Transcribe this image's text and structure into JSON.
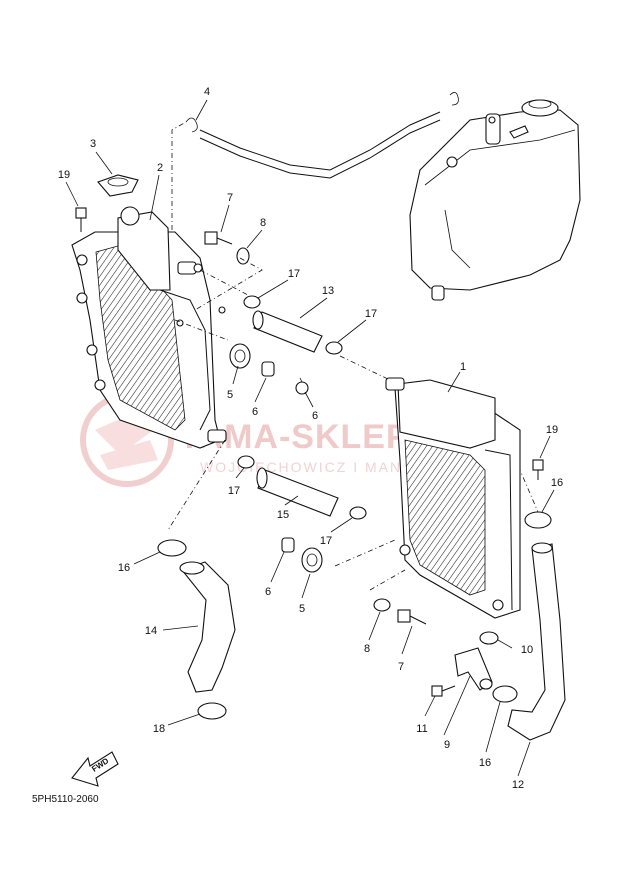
{
  "diagram": {
    "code": "5PH5110-2060",
    "fwd_label": "FWD",
    "watermark": {
      "brand": "YAMA-SKLEP.PL",
      "sub": "WOJCIECHOWICZ I MANTOCHA"
    },
    "callouts": {
      "c1": "1",
      "c2": "2",
      "c3": "3",
      "c4": "4",
      "c5a": "5",
      "c5b": "5",
      "c6a": "6",
      "c6b": "6",
      "c6c": "6",
      "c7a": "7",
      "c7b": "7",
      "c8a": "8",
      "c8b": "8",
      "c9": "9",
      "c10": "10",
      "c11": "11",
      "c12": "12",
      "c13": "13",
      "c14": "14",
      "c15": "15",
      "c16a": "16",
      "c16b": "16",
      "c16c": "16",
      "c17a": "17",
      "c17b": "17",
      "c17c": "17",
      "c17d": "17",
      "c18": "18",
      "c19a": "19",
      "c19b": "19"
    }
  }
}
